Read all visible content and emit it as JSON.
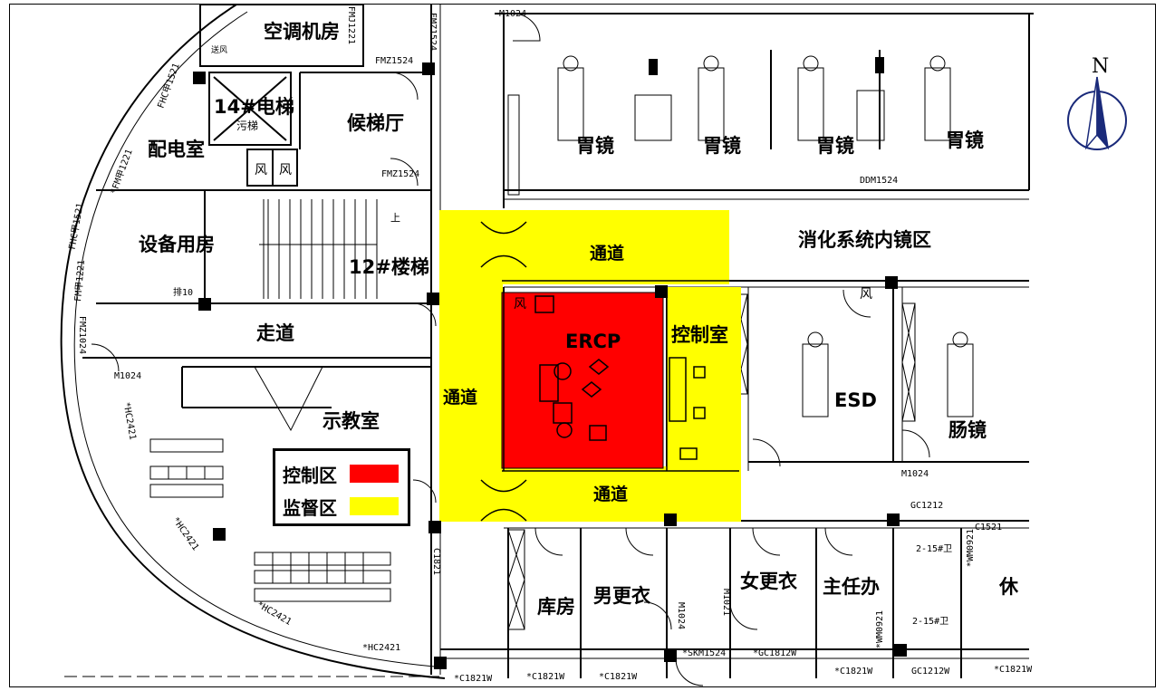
{
  "colors": {
    "control_zone": "#ff0000",
    "supervision_zone": "#ffff00",
    "walls": "#000000"
  },
  "compass": {
    "label": "N",
    "icon": "north-arrow-icon"
  },
  "legend": {
    "items": [
      {
        "label": "控制区",
        "color": "#ff0000"
      },
      {
        "label": "监督区",
        "color": "#ffff00"
      }
    ]
  },
  "rooms": {
    "ac_room": "空调机房",
    "elevator": "14#电梯",
    "freight_elevator": "污梯",
    "elevator_hall": "候梯厅",
    "power_room": "配电室",
    "equipment_room": "设备用房",
    "stairs": "12#楼梯",
    "corridor": "走道",
    "teaching_room": "示教室",
    "gastroscopy_1": "胃镜",
    "gastroscopy_2": "胃镜",
    "gastroscopy_3": "胃镜",
    "gastroscopy_4": "胃镜",
    "endoscopy_area": "消化系统内镜区",
    "passage_top": "通道",
    "passage_left": "通道",
    "passage_bottom": "通道",
    "ercp": "ERCP",
    "control_room": "控制室",
    "esd": "ESD",
    "colonoscopy": "肠镜",
    "storage": "库房",
    "male_changing": "男更衣",
    "female_changing": "女更衣",
    "director_office": "主任办",
    "rest_partial": "休",
    "wind_1": "风",
    "wind_2": "风",
    "wind_3": "风",
    "wind_4": "风",
    "supply_air": "送风",
    "up_stairs": "上"
  },
  "codes": {
    "m1024_top": "M1024",
    "fmz1524_a": "FMZ1524",
    "fmz1524_b": "FMZ1524",
    "fmz1524_c": "FMZ1524",
    "fmj1221_top": "FMJ1221",
    "fhc1521": "FHC甲1521",
    "fmj1221_left": "*FM甲1221",
    "fhc1521_b": "FHC甲1521",
    "fmj1221_c": "FM甲1221",
    "ddm1524": "DDM1524",
    "fmz1024": "FMZ1024",
    "m1024_left": "M1024",
    "hc2421_a": "*HC2421",
    "hc2421_b": "*HC2421",
    "hc2421_c": "*HC2421",
    "hc2421_d": "*HC2421",
    "c1821": "C1821",
    "m1024_esd": "M1024",
    "gc1212": "GC1212",
    "c1521": "C1521",
    "m1021": "M1021",
    "m1024_bottom": "M1024",
    "wm0921": "*WM0921",
    "wm0921_b": "*WM0921",
    "skm1524": "*SKM1524",
    "gc1812w": "*GC1812W",
    "c1821w_a": "*C1821W",
    "c1821w_b": "*C1821W",
    "c1821w_c": "*C1821W",
    "c1821w_d": "*C1821W",
    "gc1212w": "GC1212W",
    "c1821w_e": "*C1821W",
    "toilet_a": "2-15#卫",
    "toilet_b": "2-15#卫",
    "tag_10": "排10"
  }
}
